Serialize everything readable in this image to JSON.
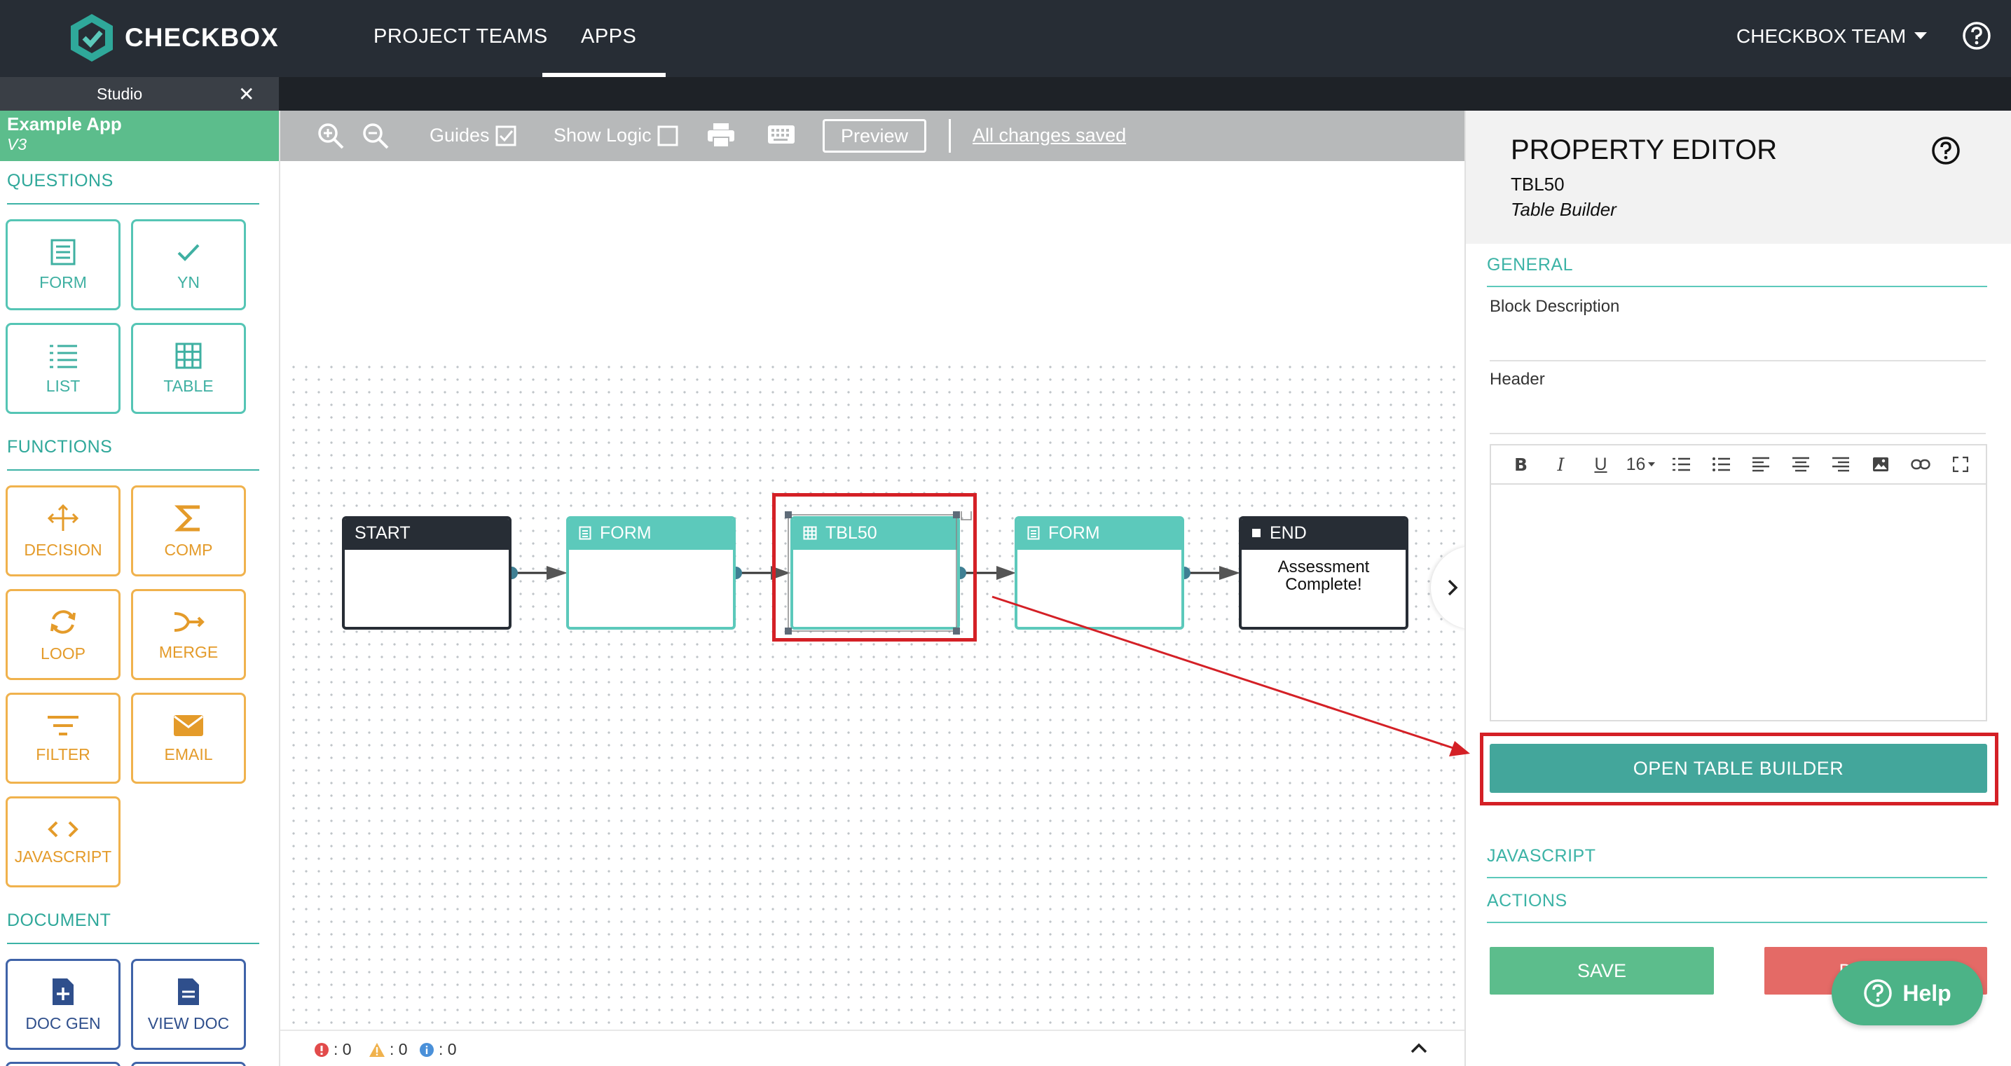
{
  "topnav": {
    "brand": "CHECKBOX",
    "links": [
      "PROJECT TEAMS",
      "APPS"
    ],
    "active_link": "APPS",
    "team_menu": "CHECKBOX TEAM"
  },
  "studio": {
    "tab_label": "Studio"
  },
  "sidebar": {
    "app_name": "Example App",
    "app_version": "V3",
    "sections": {
      "questions": {
        "title": "QUESTIONS",
        "items": [
          "FORM",
          "YN",
          "LIST",
          "TABLE"
        ]
      },
      "functions": {
        "title": "FUNCTIONS",
        "items": [
          "DECISION",
          "COMP",
          "LOOP",
          "MERGE",
          "FILTER",
          "EMAIL",
          "JAVASCRIPT"
        ]
      },
      "document": {
        "title": "DOCUMENT",
        "items": [
          "DOC GEN",
          "VIEW DOC"
        ]
      }
    }
  },
  "toolbar": {
    "guides_label": "Guides",
    "guides_checked": true,
    "show_logic_label": "Show Logic",
    "show_logic_checked": false,
    "preview_label": "Preview",
    "saved_status": "All changes saved"
  },
  "canvas": {
    "nodes": [
      {
        "id": "start",
        "title": "START",
        "style": "dark",
        "body": ""
      },
      {
        "id": "form1",
        "title": "FORM",
        "style": "teal",
        "icon": "form-icon",
        "body": ""
      },
      {
        "id": "tbl50",
        "title": "TBL50",
        "style": "teal",
        "icon": "table-icon",
        "body": "",
        "selected": true
      },
      {
        "id": "form2",
        "title": "FORM",
        "style": "teal",
        "icon": "form-icon",
        "body": ""
      },
      {
        "id": "end",
        "title": "END",
        "style": "dark",
        "icon": "stop-icon",
        "body": "Assessment Complete!"
      }
    ]
  },
  "status": {
    "errors": ": 0",
    "warnings": ": 0",
    "info": ": 0"
  },
  "property_editor": {
    "title": "PROPERTY EDITOR",
    "block_id": "TBL50",
    "block_type": "Table Builder",
    "general_title": "GENERAL",
    "block_description_label": "Block Description",
    "header_label": "Header",
    "font_size": "16",
    "open_table_builder_label": "OPEN TABLE BUILDER",
    "javascript_title": "JAVASCRIPT",
    "actions_title": "ACTIONS",
    "save_label": "SAVE",
    "delete_label": "DELETE"
  },
  "help_float_label": "Help",
  "colors": {
    "nav_bg": "#272d35",
    "accent_teal": "#5cc9bb",
    "accent_green": "#5cbd8c",
    "function_orange": "#f0b24d",
    "document_blue": "#3f63a8",
    "annotation_red": "#d42026",
    "delete_red": "#e46a66"
  }
}
